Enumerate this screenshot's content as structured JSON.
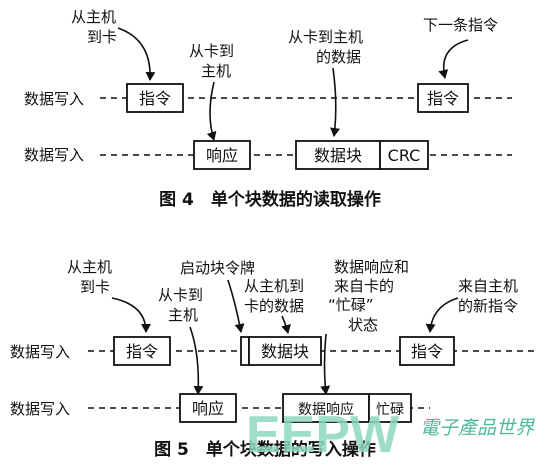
{
  "fig4": {
    "annotations": {
      "host_to_card": [
        "从主机",
        "到卡"
      ],
      "card_to_host": [
        "从卡到",
        "主机"
      ],
      "card_to_host_data": [
        "从卡到主机",
        "的数据"
      ],
      "next_command": "下一条指令"
    },
    "row1_label": "数据写入",
    "row2_label": "数据写入",
    "boxes": {
      "command1": "指令",
      "command2": "指令",
      "response": "响应",
      "data_block": "数据块",
      "crc": "CRC"
    },
    "caption": "图 4　单个块数据的读取操作"
  },
  "fig5": {
    "annotations": {
      "host_to_card": [
        "从主机",
        "到卡"
      ],
      "card_to_host": [
        "从卡到",
        "主机"
      ],
      "start_token": "启动块令牌",
      "host_to_card_data": [
        "从主机到",
        "卡的数据"
      ],
      "data_response_busy": [
        "数据响应和",
        "来自卡的",
        "“忙碌”",
        "状态"
      ],
      "new_command": [
        "来自主机",
        "的新指令"
      ]
    },
    "row1_label": "数据写入",
    "row2_label": "数据写入",
    "boxes": {
      "command1": "指令",
      "data_block": "数据块",
      "command2": "指令",
      "response": "响应",
      "data_response": "数据响应",
      "busy": "忙碌"
    },
    "caption": "图 5　单个块数据的写入操作"
  },
  "watermark": {
    "logo": "EEPW",
    "text": "電子產品世界"
  }
}
